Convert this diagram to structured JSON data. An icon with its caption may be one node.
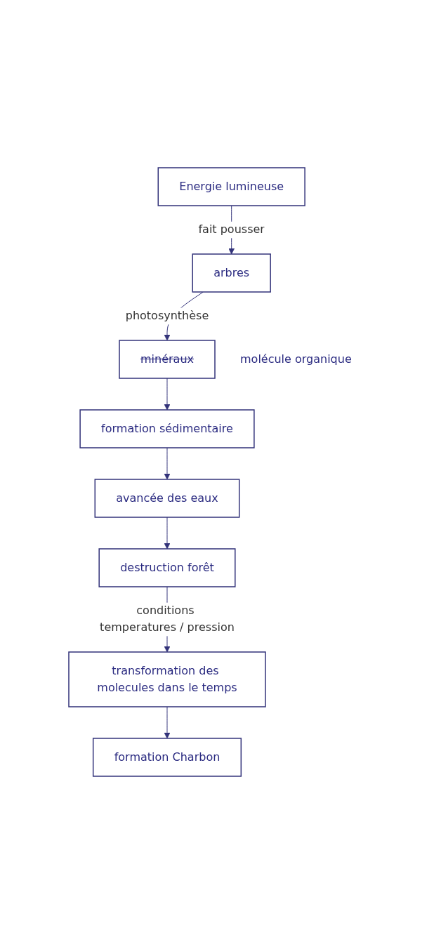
{
  "diagram": {
    "nodes": [
      {
        "text": [
          "Energie lumineuse"
        ]
      },
      {
        "text": [
          "arbres"
        ]
      },
      {
        "text": [
          "minéraux"
        ],
        "beside": [
          "molécule organique"
        ]
      },
      {
        "text": [
          "formation sédimentaire"
        ]
      },
      {
        "text": [
          "avancée des eaux"
        ]
      },
      {
        "text": [
          "destruction forêt"
        ]
      },
      {
        "text": [
          "transformation des molecules dans le temps"
        ]
      },
      {
        "text": [
          "formation Charbon"
        ]
      }
    ],
    "edges": [
      {
        "from": 0,
        "to": 1,
        "arrow": "to",
        "label": "fait pousser"
      },
      {
        "from": 1,
        "to": 2,
        "arrow": "to",
        "label": "photosynthèse"
      },
      {
        "from": 2,
        "to": 3,
        "arrow": "to"
      },
      {
        "from": 3,
        "to": 4,
        "arrow": "to"
      },
      {
        "from": 4,
        "to": 5,
        "arrow": "to"
      },
      {
        "from": 5,
        "to": 6,
        "arrow": "to",
        "label": "conditions temperatures / pression"
      },
      {
        "from": 6,
        "to": 7,
        "arrow": "to"
      }
    ]
  }
}
